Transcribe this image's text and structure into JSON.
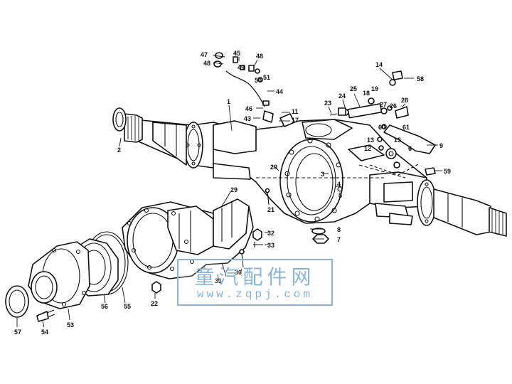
{
  "watermark": {
    "chinese": "童汽配件网",
    "url": "www.zqpj.com"
  },
  "callouts": [
    "1",
    "2",
    "3",
    "4",
    "5",
    "6",
    "7",
    "8",
    "9",
    "11",
    "12",
    "13",
    "14",
    "15",
    "17",
    "18",
    "19",
    "20",
    "21",
    "22",
    "23",
    "24",
    "25",
    "26",
    "27",
    "28",
    "29",
    "30",
    "31",
    "32",
    "33",
    "43",
    "44",
    "45",
    "46",
    "47",
    "48",
    "49",
    "50",
    "51",
    "53",
    "54",
    "55",
    "56",
    "57",
    "58",
    "59",
    "60",
    "61"
  ]
}
